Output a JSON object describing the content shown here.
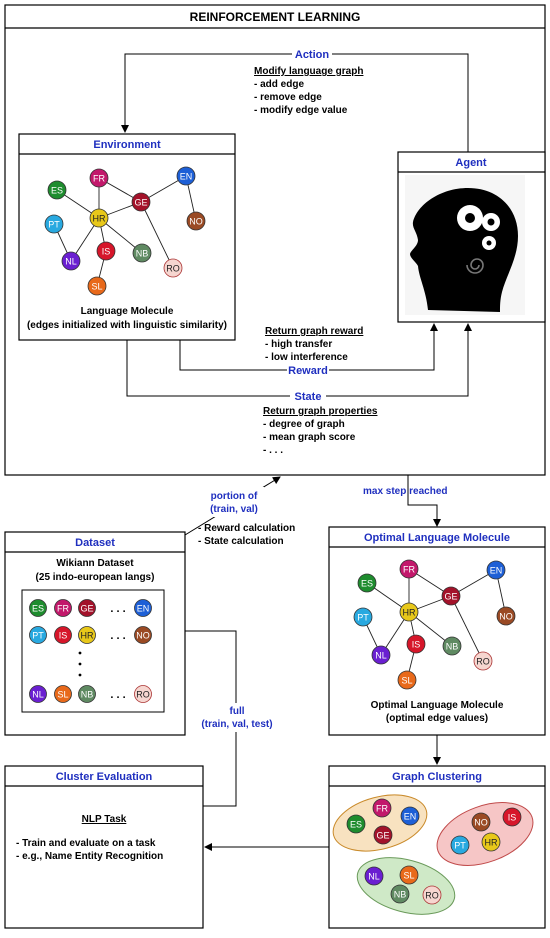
{
  "title": "REINFORCEMENT LEARNING",
  "action": {
    "label": "Action",
    "heading": "Modify language graph",
    "items": [
      "- add edge",
      "- remove edge",
      "- modify edge value"
    ]
  },
  "environment": {
    "title": "Environment",
    "caption_line1": "Language Molecule",
    "caption_line2": "(edges initialized with linguistic similarity)"
  },
  "agent": {
    "title": "Agent"
  },
  "reward": {
    "label": "Reward",
    "heading": "Return graph reward",
    "items": [
      "- high transfer",
      "- low interference"
    ]
  },
  "state": {
    "label": "State",
    "heading": "Return graph properties",
    "items": [
      "- degree of graph",
      "- mean graph score",
      "- . . ."
    ]
  },
  "portion_label": {
    "line1": "portion of",
    "line2": "(train, val)"
  },
  "portion_notes": [
    "- Reward calculation",
    "- State calculation"
  ],
  "max_step_label": "max step reached",
  "dataset": {
    "title": "Dataset",
    "name_line1": "Wikiann Dataset",
    "name_line2": "(25 indo-european langs)",
    "row1": [
      "ES",
      "FR",
      "GE",
      "EN"
    ],
    "row2": [
      "PT",
      "IS",
      "HR",
      "NO"
    ],
    "row3": [
      "NL",
      "SL",
      "NB",
      "RO"
    ],
    "dots": ". . ."
  },
  "optimal": {
    "title": "Optimal Language Molecule",
    "caption_line1": "Optimal Language Molecule",
    "caption_line2": "(optimal edge values)"
  },
  "full_label": {
    "line1": "full",
    "line2": "(train, val, test)"
  },
  "cluster_eval": {
    "title": "Cluster Evaluation",
    "task_heading": "NLP Task",
    "items": [
      "- Train and evaluate on a task",
      "- e.g., Name Entity Recognition"
    ]
  },
  "graph_clustering": {
    "title": "Graph Clustering",
    "cluster1": [
      "FR",
      "EN",
      "ES",
      "GE"
    ],
    "cluster2": [
      "NO",
      "IS",
      "PT",
      "HR"
    ],
    "cluster3": [
      "NL",
      "SL",
      "NB",
      "RO"
    ]
  },
  "nodes": {
    "ES": "ES",
    "FR": "FR",
    "GE": "GE",
    "EN": "EN",
    "PT": "PT",
    "HR": "HR",
    "NO": "NO",
    "IS": "IS",
    "NB": "NB",
    "NL": "NL",
    "RO": "RO",
    "SL": "SL"
  },
  "colors": {
    "label_blue": "#1f2fbf",
    "ES": "#1e8c2e",
    "FR": "#c2186b",
    "GE": "#a3122a",
    "EN": "#1d5fd6",
    "PT": "#29a9e0",
    "HR": "#e8c81a",
    "NO": "#9a4a24",
    "IS": "#d6162a",
    "NB": "#5f8a62",
    "NL": "#6a1fd1",
    "RO": "#f6d6d0",
    "SL": "#e8691a",
    "cluster1_fill": "#f8e2c0",
    "cluster1_stroke": "#c98a2a",
    "cluster2_fill": "#f6c6c6",
    "cluster2_stroke": "#c04a4a",
    "cluster3_fill": "#cfe9c7",
    "cluster3_stroke": "#6a9a5a"
  },
  "icons": {
    "agent": "head-with-gears-icon"
  }
}
